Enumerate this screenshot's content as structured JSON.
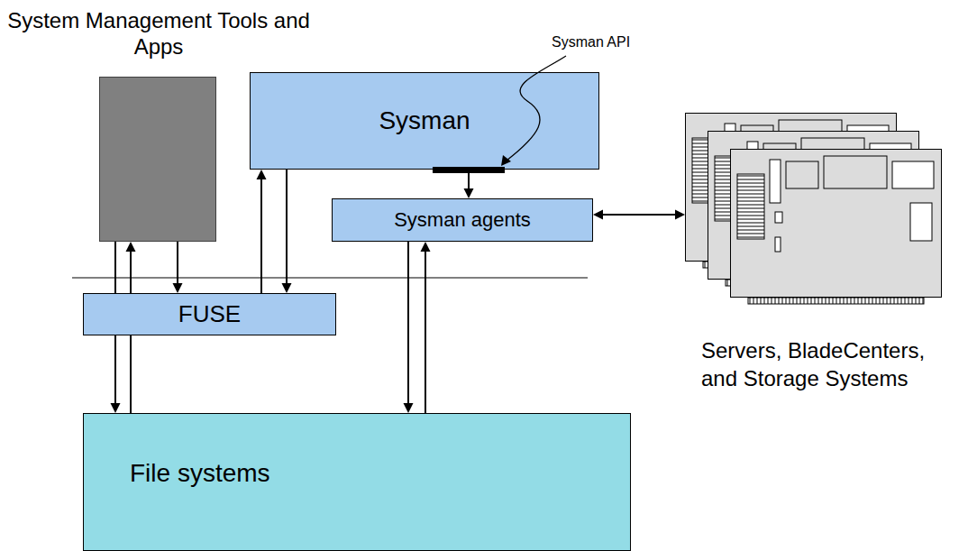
{
  "diagram": {
    "nodes": [
      {
        "text": [
          "System Management Tools and Apps"
        ]
      },
      {
        "text": [
          "Sysman"
        ]
      },
      {
        "text": [
          "Sysman agents"
        ]
      },
      {
        "text": [
          "Servers, BladeCenters, and Storage Systems"
        ]
      },
      {
        "text": [
          "FUSE"
        ]
      },
      {
        "text": [
          "File systems"
        ]
      }
    ],
    "edges": [
      {
        "from": 0,
        "to": 5,
        "arrow": "to"
      },
      {
        "from": 5,
        "to": 0,
        "arrow": "to"
      },
      {
        "from": 0,
        "to": 4,
        "arrow": "to"
      },
      {
        "from": 4,
        "to": 1,
        "arrow": "to"
      },
      {
        "from": 1,
        "to": 4,
        "arrow": "to"
      },
      {
        "from": 1,
        "to": 2,
        "arrow": "to"
      },
      {
        "from": 2,
        "to": 5,
        "arrow": "to"
      },
      {
        "from": 5,
        "to": 2,
        "arrow": "to"
      },
      {
        "from": 2,
        "to": 3,
        "arrow": "both"
      }
    ],
    "labels": [
      "Sysman API"
    ]
  }
}
